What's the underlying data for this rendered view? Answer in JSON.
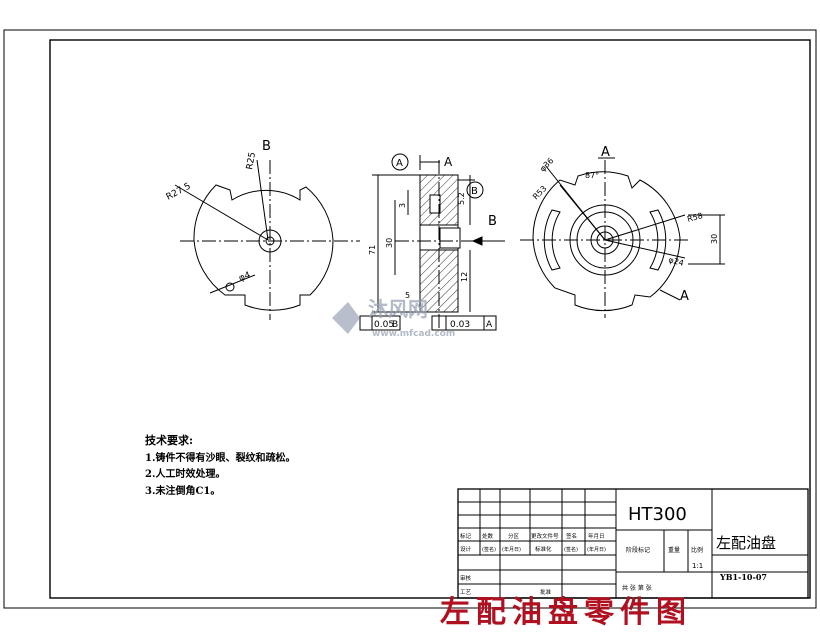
{
  "views": {
    "left": {
      "label_b": "B",
      "dim_r275": "R27.5",
      "dim_r25": "R25",
      "dim_phi4": "φ4"
    },
    "section": {
      "label_a_top": "A",
      "label_a_circle": "A",
      "label_b_circle": "B",
      "label_b_arrow": "B",
      "dim_71": "71",
      "dim_30": "30",
      "dim_52": "5.2",
      "dim_12": "12",
      "dim_3": "3",
      "dim_5": "5",
      "tol_a": "0.05",
      "tol_a_ref": "B",
      "tol_b": "0.03",
      "tol_b_ref": "A"
    },
    "right": {
      "label_a_top": "A",
      "label_a_bottom": "A",
      "dim_angle": "87°",
      "dim_phi36": "φ36",
      "dim_r53": "R53",
      "dim_r58": "R58",
      "dim_phi24": "φ24",
      "dim_30": "30"
    }
  },
  "tech_requirements": {
    "title": "技术要求:",
    "items": [
      "1.铸件不得有沙眼、裂纹和疏松。",
      "2.人工时效处理。",
      "3.未注倒角C1。"
    ]
  },
  "title_block": {
    "material": "HT300",
    "part_name": "左配油盘",
    "drawing_no": "YB1-10-07",
    "scale": "1:1",
    "headers_row1": [
      "标记",
      "处数",
      "分区",
      "更改文件号",
      "签名",
      "年月日"
    ],
    "headers_row2": [
      "设计",
      "(签名)",
      "(年月日)",
      "标准化",
      "(签名)",
      "(年月日)"
    ],
    "stage_label": "阶段标记",
    "weight_label": "重量",
    "scale_label": "比例",
    "review_label": "审核",
    "process_label": "工艺",
    "approve_label": "批准",
    "sheet_label": "共 张 第 张"
  },
  "banner": "左配油盘零件图",
  "watermark": {
    "brand": "沐风网",
    "url": "www.mfcad.com"
  }
}
